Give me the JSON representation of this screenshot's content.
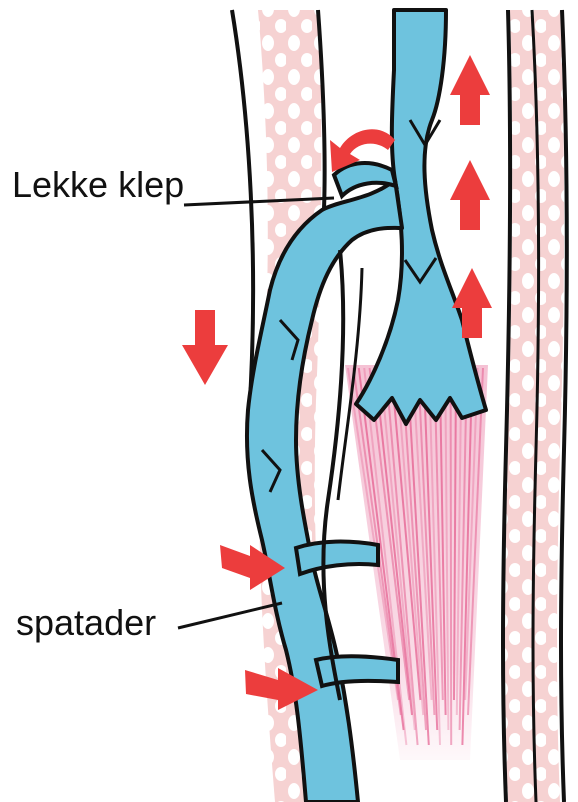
{
  "labels": {
    "leaky_valve": "Lekke klep",
    "varicose_veins": "spatader"
  },
  "colors": {
    "vein": "#6ec3de",
    "artery": "#f6d2d2",
    "artery_dots": "#ffffff",
    "arrow": "#ec3d3d",
    "muscle": "#e0457e",
    "outline": "#111111"
  },
  "icons": {
    "flow_arrow": "red-flow-arrow"
  }
}
